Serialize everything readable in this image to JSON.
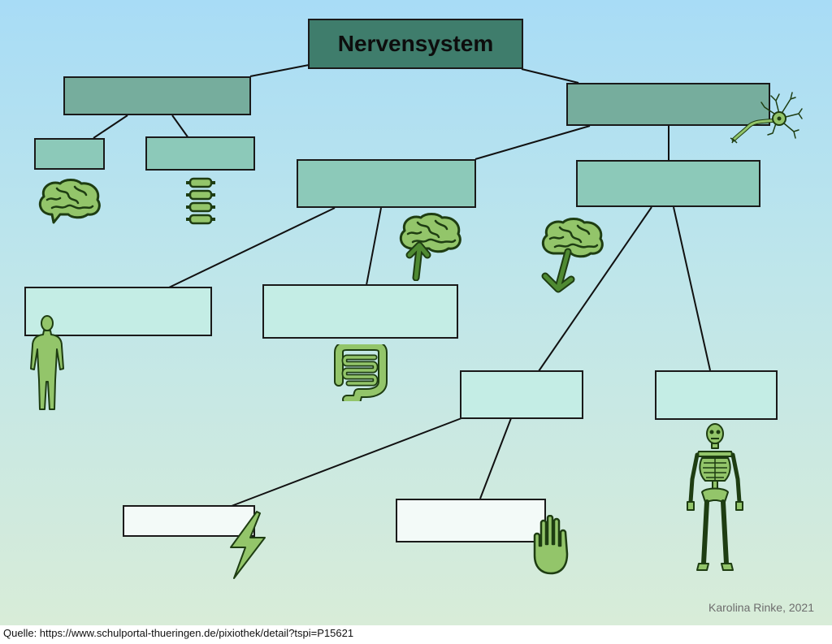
{
  "diagram": {
    "title": "Nervensystem",
    "credit": "Karolina Rinke, 2021"
  },
  "footer": {
    "source": "Quelle: https://www.schulportal-thueringen.de/pixiothek/detail?tspi=P15621"
  },
  "icons": [
    "brain-icon",
    "spine-icon",
    "neuron-icon",
    "brain-arrow-up-icon",
    "brain-arrow-down-icon",
    "human-body-icon",
    "intestine-icon",
    "lightning-icon",
    "hand-icon",
    "skeleton-icon"
  ],
  "colors": {
    "title_box": "#3f7d6c",
    "level1_box": "#76ad9d",
    "level2_box": "#8cc9b9",
    "level3_box": "#c4ede5",
    "level4_box": "#f3faf8",
    "icon_fill": "#93c56a",
    "icon_stroke": "#1e3d12"
  }
}
